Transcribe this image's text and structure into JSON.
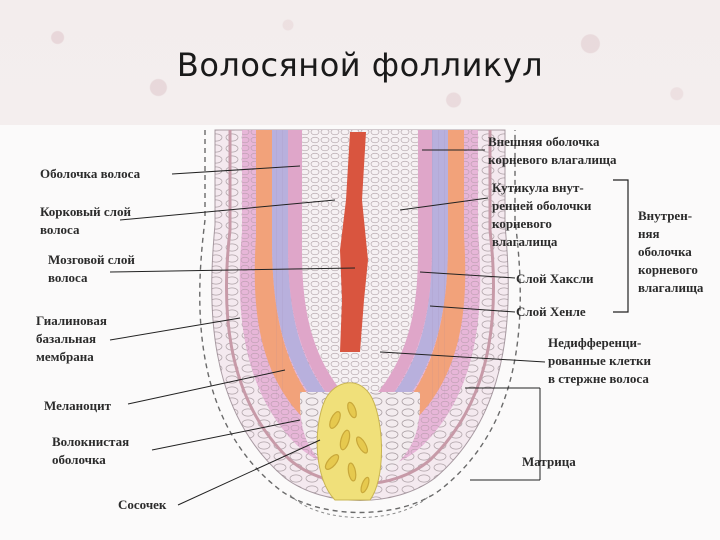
{
  "title": "Волосяной фолликул",
  "labels": {
    "hair_sheath": "Оболочка волоса",
    "cortex": [
      "Корковый слой",
      "волоса"
    ],
    "medulla": [
      "Мозговой слой",
      "волоса"
    ],
    "glassy_membrane": [
      "Гиалиновая",
      "базальная",
      "мембрана"
    ],
    "melanocyte": "Меланоцит",
    "fibrous_sheath": [
      "Волокнистая",
      "оболочка"
    ],
    "papilla": "Сосочек",
    "outer_root_sheath": [
      "Внешняя оболочка",
      "корневого влагалища"
    ],
    "cuticle_irs": [
      "Кутикула внут-",
      "ренней оболочки",
      "корневого",
      "влагалища"
    ],
    "inner_root_sheath": [
      "Внутрен-",
      "няя",
      "оболочка",
      "корневого",
      "влагалища"
    ],
    "huxley_layer": "Слой Хаксли",
    "henle_layer": "Слой Хенле",
    "undiff_cells": [
      "Недифференци-",
      "рованные клетки",
      "в стержне волоса"
    ],
    "matrix": "Матрица"
  },
  "colors": {
    "medulla": "#d9553f",
    "papilla": "#f0e07a",
    "henle": "#f2a27a",
    "huxley": "#b8b0dd",
    "irs_pink": "#e7b6d8",
    "outer": "#f4e9ef"
  }
}
